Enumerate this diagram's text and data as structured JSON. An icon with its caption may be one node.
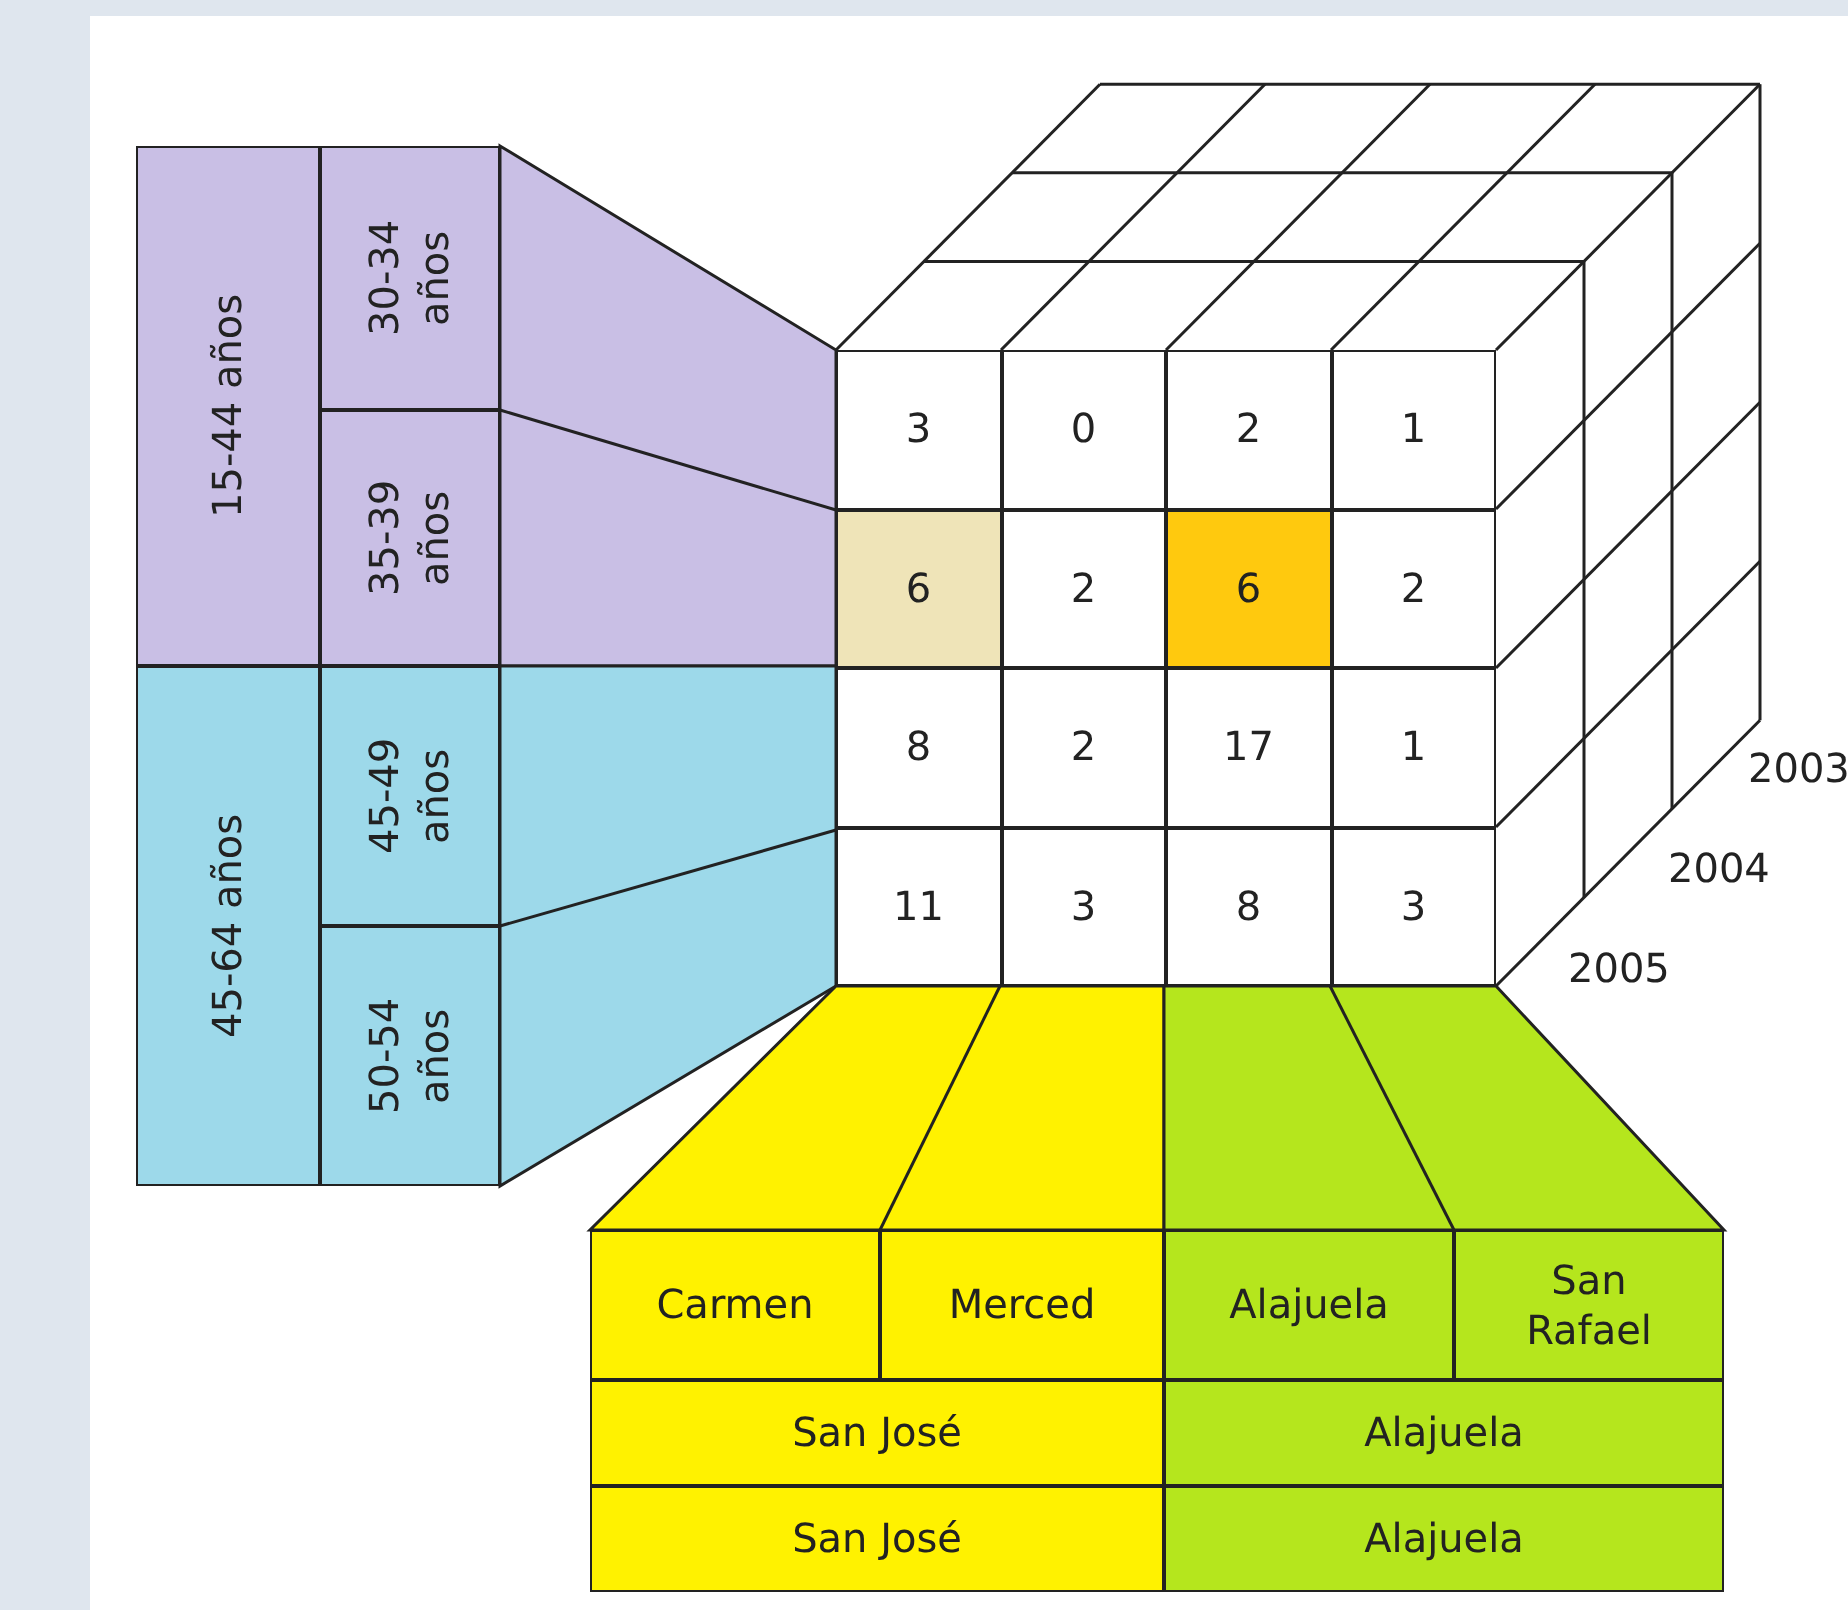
{
  "diagram": {
    "nodes": [
      {
        "text": [
          "15-44 años"
        ]
      },
      {
        "text": [
          "30-34 años"
        ]
      },
      {
        "text": [
          "35-39 años"
        ]
      },
      {
        "text": [
          "45-64 años"
        ]
      },
      {
        "text": [
          "45-49 años"
        ]
      },
      {
        "text": [
          "50-54 años"
        ]
      },
      {
        "text": [
          "3"
        ]
      },
      {
        "text": [
          "0"
        ]
      },
      {
        "text": [
          "2"
        ]
      },
      {
        "text": [
          "1"
        ]
      },
      {
        "text": [
          "6"
        ]
      },
      {
        "text": [
          "2"
        ]
      },
      {
        "text": [
          "6"
        ]
      },
      {
        "text": [
          "2"
        ]
      },
      {
        "text": [
          "8"
        ]
      },
      {
        "text": [
          "2"
        ]
      },
      {
        "text": [
          "17"
        ]
      },
      {
        "text": [
          "1"
        ]
      },
      {
        "text": [
          "11"
        ]
      },
      {
        "text": [
          "3"
        ]
      },
      {
        "text": [
          "8"
        ]
      },
      {
        "text": [
          "3"
        ]
      },
      {
        "text": [
          "Carmen"
        ]
      },
      {
        "text": [
          "Merced"
        ]
      },
      {
        "text": [
          "Alajuela"
        ]
      },
      {
        "text": [
          "San Rafael"
        ]
      },
      {
        "text": [
          "San José"
        ]
      },
      {
        "text": [
          "Alajuela"
        ]
      },
      {
        "text": [
          "San José"
        ]
      },
      {
        "text": [
          "Alajuela"
        ]
      }
    ],
    "labels": [
      "2003",
      "2004",
      "2005"
    ]
  }
}
